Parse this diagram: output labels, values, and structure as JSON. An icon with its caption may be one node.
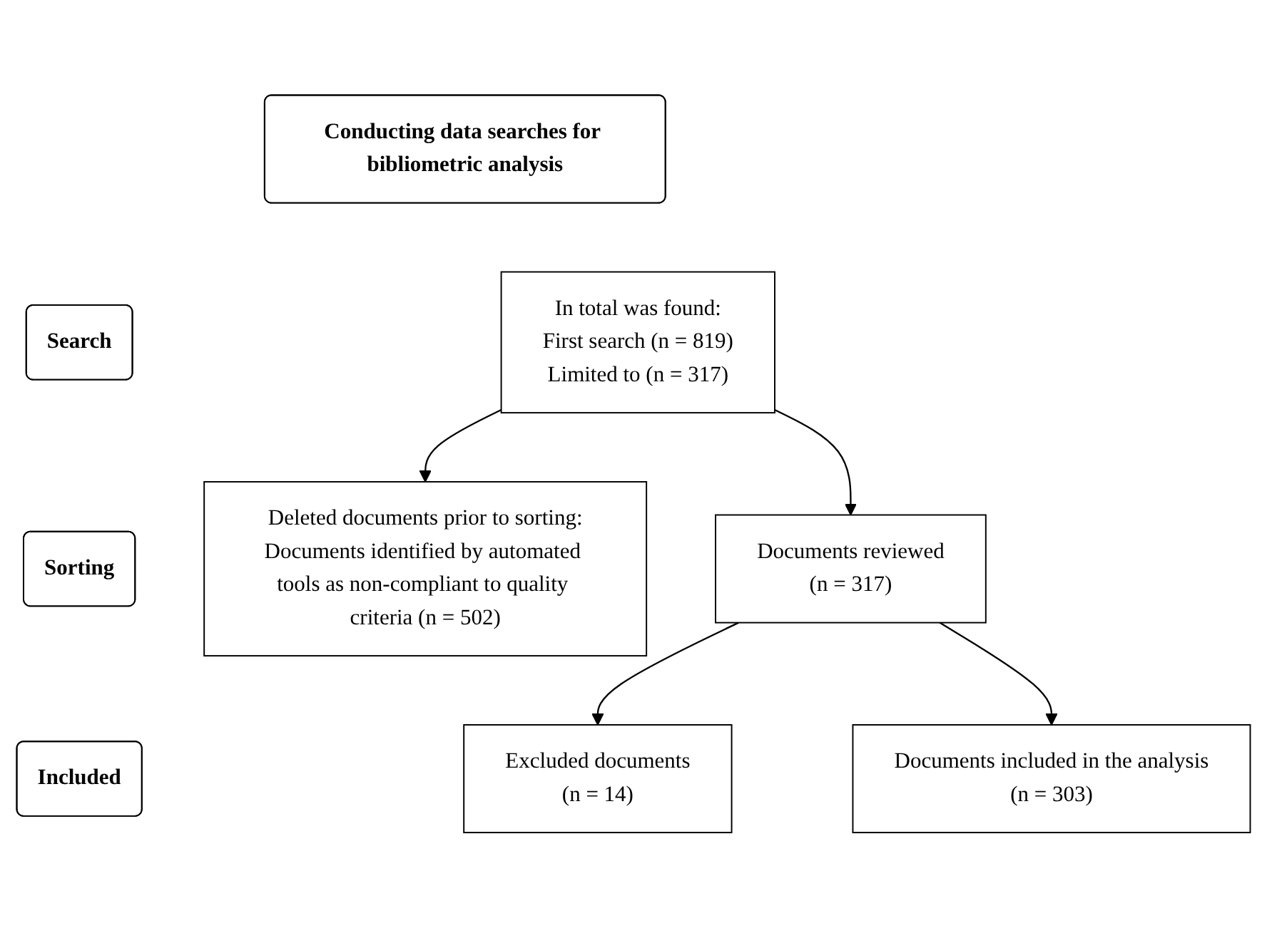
{
  "diagram": {
    "nodes": [
      {
        "text": [
          "Conducting data searches for bibliometric analysis"
        ]
      },
      {
        "text": [
          "Search"
        ]
      },
      {
        "text": [
          "In total was found:",
          "First search (n = 819)",
          "Limited to (n = 317)"
        ]
      },
      {
        "text": [
          "Deleted documents prior to sorting:",
          "Documents identified by automated tools as non-compliant to quality criteria (n = 502)"
        ]
      },
      {
        "text": [
          "Sorting"
        ]
      },
      {
        "text": [
          "Documents reviewed",
          "(n = 317)"
        ]
      },
      {
        "text": [
          "Excluded documents",
          "(n = 14)"
        ]
      },
      {
        "text": [
          "Included"
        ]
      },
      {
        "text": [
          "Documents included in the analysis",
          "(n = 303)"
        ]
      }
    ],
    "edges": [
      {
        "from": 2,
        "to": 3,
        "arrow": "to"
      },
      {
        "from": 2,
        "to": 5,
        "arrow": "to"
      },
      {
        "from": 5,
        "to": 6,
        "arrow": "to"
      },
      {
        "from": 5,
        "to": 8,
        "arrow": "to"
      }
    ]
  }
}
